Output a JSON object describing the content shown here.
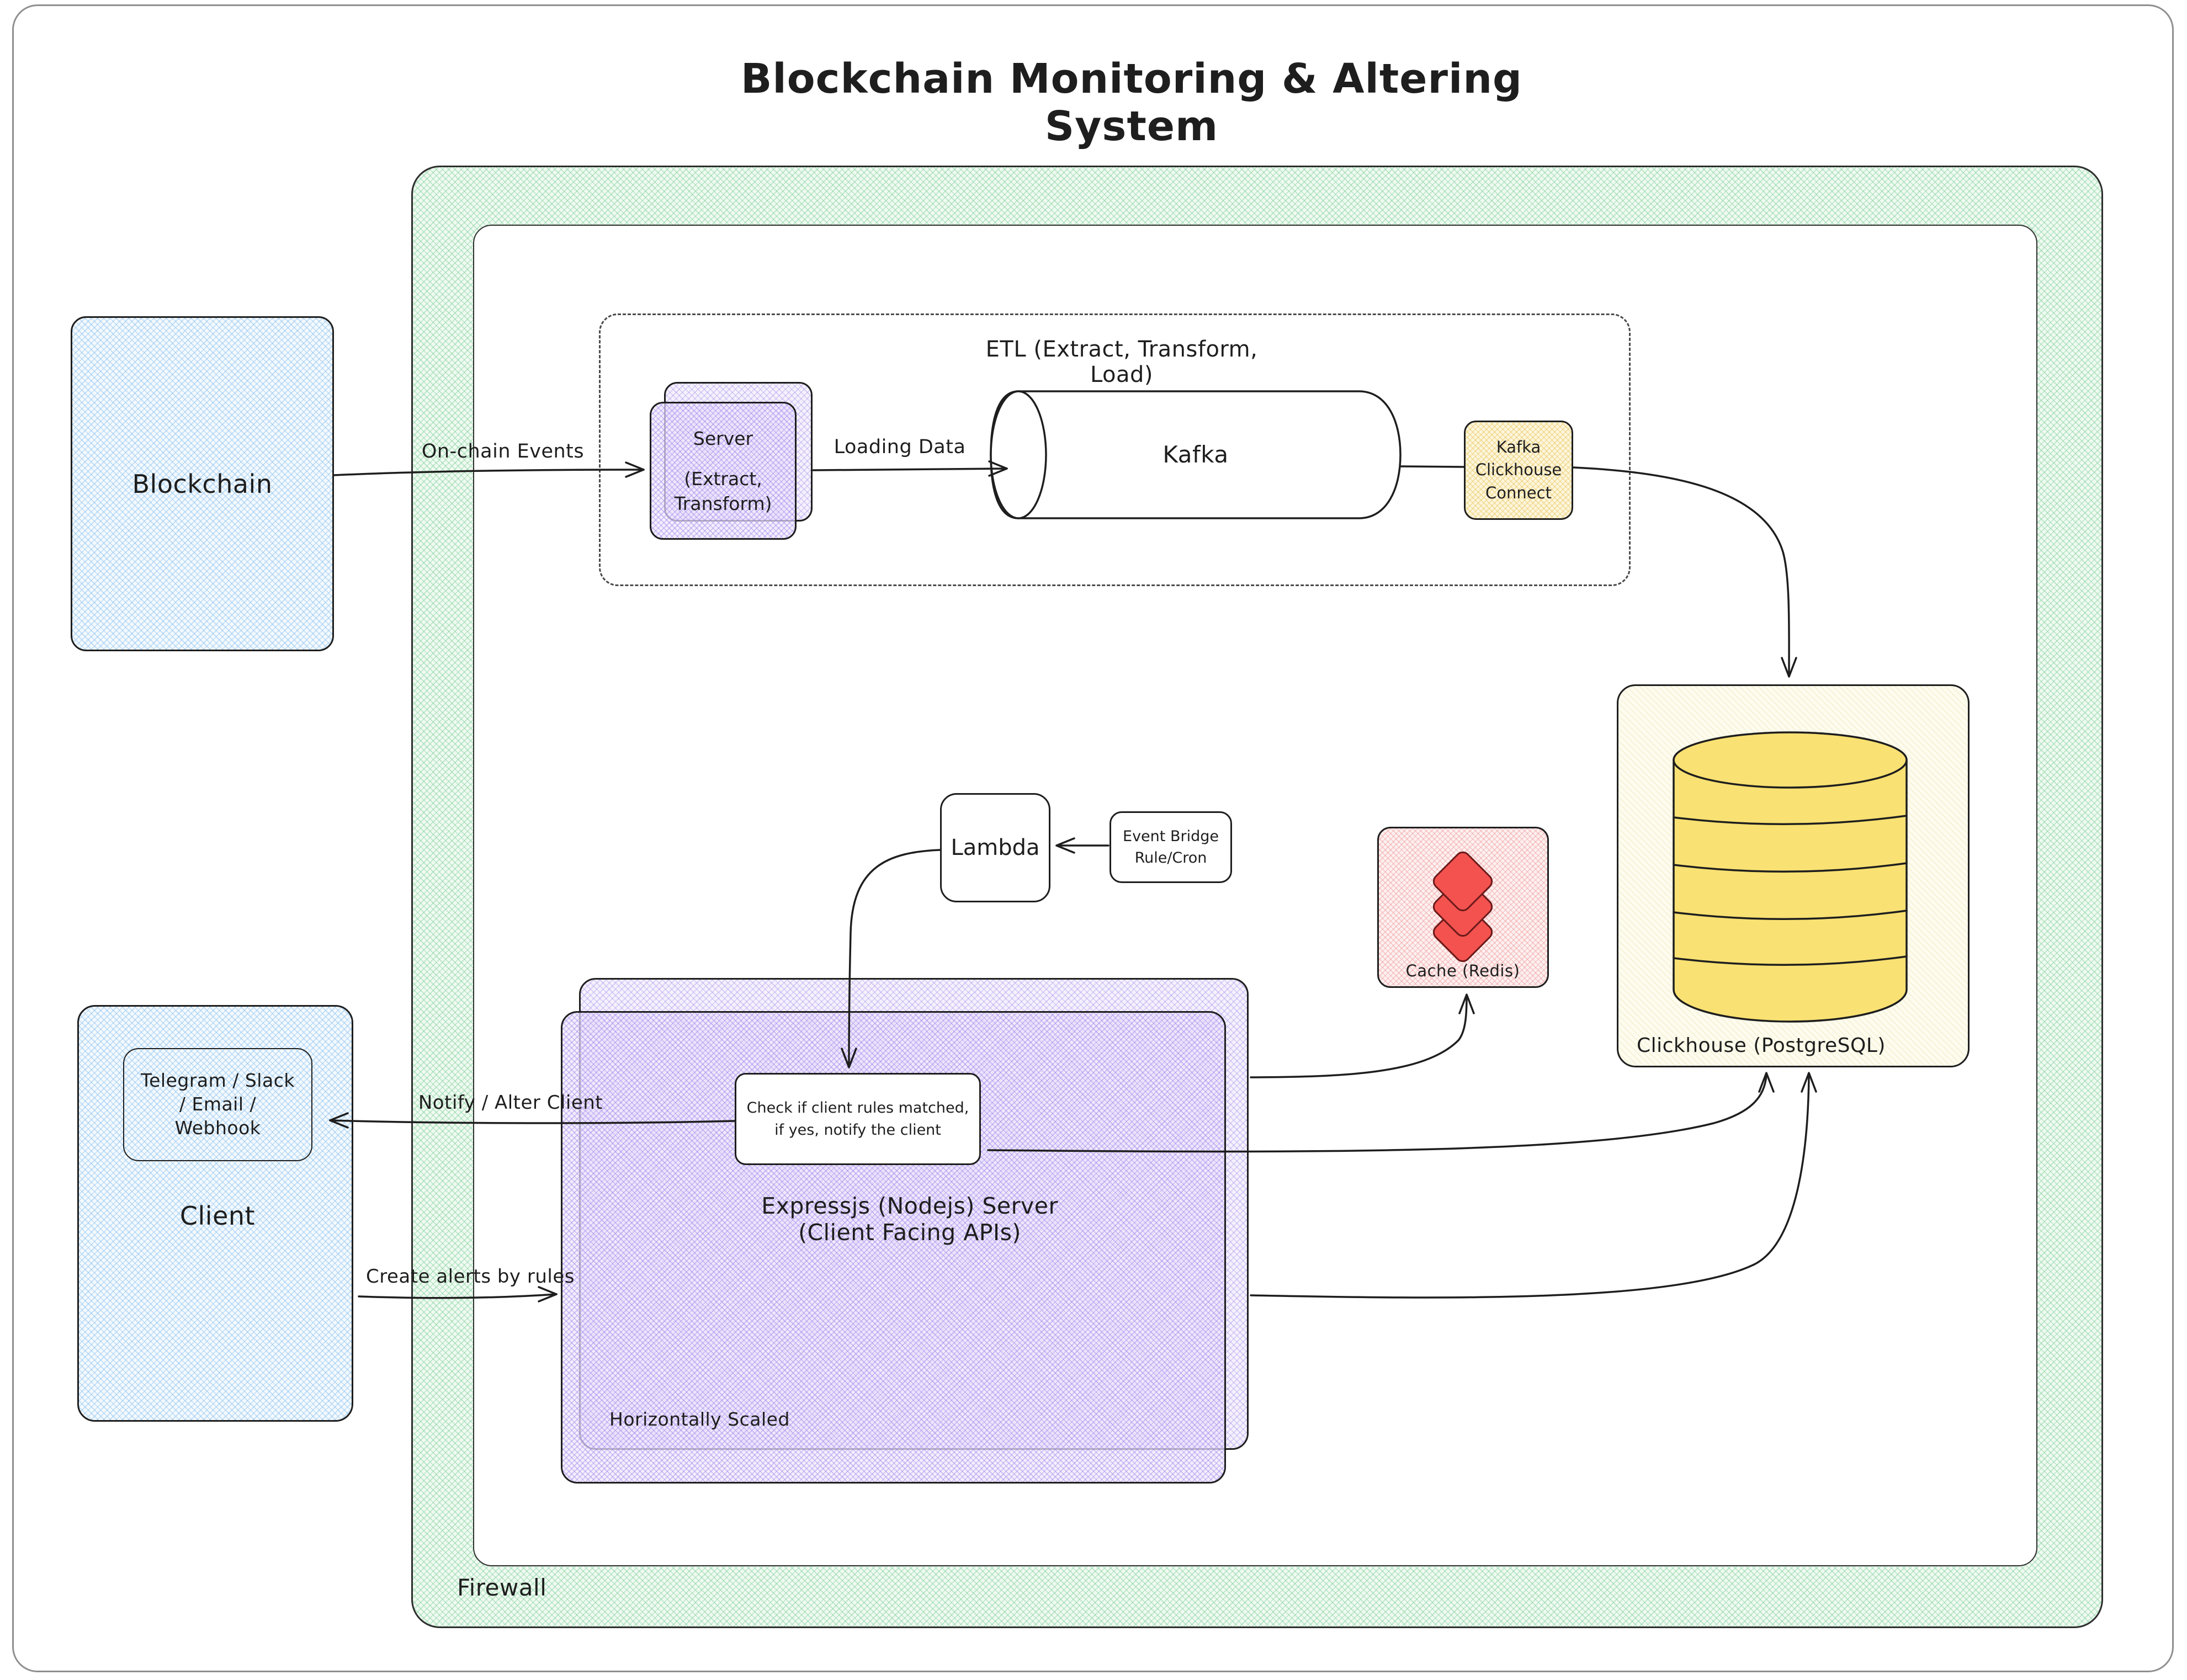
{
  "title": "Blockchain Monitoring & Altering System",
  "firewall": {
    "label": "Firewall"
  },
  "blockchain": {
    "label": "Blockchain"
  },
  "client": {
    "label": "Client",
    "channels": "Telegram / Slack / Email / Webhook"
  },
  "etl": {
    "label": "ETL (Extract, Transform, Load)",
    "server": {
      "line1": "Server",
      "line2": "(Extract,",
      "line3": "Transform)"
    },
    "kafka_label": "Kafka",
    "connect": {
      "line1": "Kafka",
      "line2": "Clickhouse",
      "line3": "Connect"
    }
  },
  "lambda": {
    "label": "Lambda"
  },
  "event_bridge": {
    "line1": "Event Bridge",
    "line2": "Rule/Cron"
  },
  "cache": {
    "label": "Cache (Redis)"
  },
  "clickhouse": {
    "label": "Clickhouse (PostgreSQL)"
  },
  "express": {
    "line1": "Expressjs (Nodejs) Server",
    "line2": "(Client Facing APIs)",
    "check_line1": "Check if client rules matched,",
    "check_line2": "if yes, notify the client",
    "scaled_label": "Horizontally Scaled"
  },
  "arrows": {
    "on_chain": "On-chain Events",
    "loading": "Loading Data",
    "notify": "Notify / Alter Client",
    "create": "Create alerts by rules"
  },
  "colors": {
    "stroke": "#1e1e1e",
    "firewall_green": "#b7e6c3",
    "blockchain_blue": "#a8d4f0",
    "purple": "#b9a5ec",
    "connect_yellow": "#eccd7f",
    "db_yellow": "#f9e173",
    "cache_pink": "#f0aaaa",
    "redis_red": "#f3524f"
  }
}
